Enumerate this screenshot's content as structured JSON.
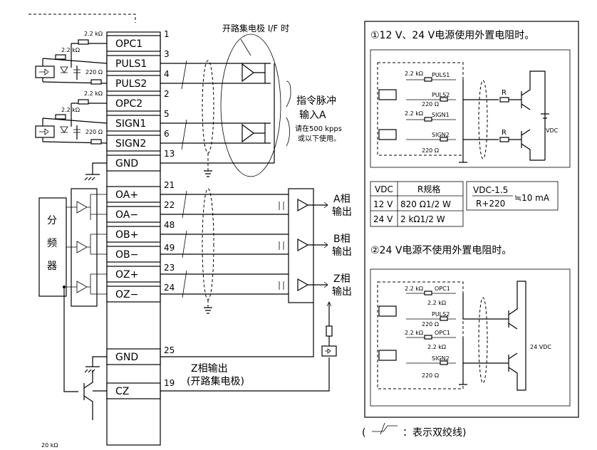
{
  "connector": {
    "signals": [
      {
        "name": "OPC1",
        "pin": "1"
      },
      {
        "name": "PULS1",
        "pin": "3"
      },
      {
        "name": "PULS2",
        "pin": "4"
      },
      {
        "name": "OPC2",
        "pin": "2"
      },
      {
        "name": "SIGN1",
        "pin": "5"
      },
      {
        "name": "SIGN2",
        "pin": "6"
      },
      {
        "name": "GND",
        "pin": "13"
      },
      {
        "name": "OA+",
        "pin": "21"
      },
      {
        "name": "OA−",
        "pin": "22"
      },
      {
        "name": "OB+",
        "pin": "48"
      },
      {
        "name": "OB−",
        "pin": "49"
      },
      {
        "name": "OZ+",
        "pin": "23"
      },
      {
        "name": "OZ−",
        "pin": "24"
      },
      {
        "name": "GND",
        "pin": "25"
      },
      {
        "name": "CZ",
        "pin": "19"
      }
    ]
  },
  "resistors": {
    "r22k": "2.2 kΩ",
    "r220": "220 Ω",
    "r20k": "20 kΩ"
  },
  "labels": {
    "open_collector_if": "开路集电极 I/F 时",
    "cmd_pulse_1": "指令脉冲",
    "cmd_pulse_2": "输入A",
    "cmd_note_1": "请在500 kpps",
    "cmd_note_2": "或以下使用。",
    "divider_1": "分",
    "divider_2": "频",
    "divider_3": "器",
    "a_out_1": "A相",
    "a_out_2": "输出",
    "b_out_1": "B相",
    "b_out_2": "输出",
    "z_out_1": "Z相",
    "z_out_2": "输出",
    "z_oc_1": "Z相输出",
    "z_oc_2": "(开路集电极)",
    "twisted_legend_open": "(",
    "twisted_legend_text": "：表示双绞线)"
  },
  "panel": {
    "title1": "①12 V、24 V电源使用外置电阻时。",
    "title2": "②24 V电源不使用外置电阻时。",
    "r": "R",
    "vdc": "VDC",
    "v24": "24 VDC",
    "table": {
      "headers": [
        "VDC",
        "R规格"
      ],
      "rows": [
        [
          "12 V",
          "820 Ω1/2 W"
        ],
        [
          "24 V",
          "2 kΩ1/2 W"
        ]
      ]
    },
    "formula_num": "VDC-1.5",
    "formula_den": "R+220",
    "formula_rhs": "≒10 mA"
  }
}
